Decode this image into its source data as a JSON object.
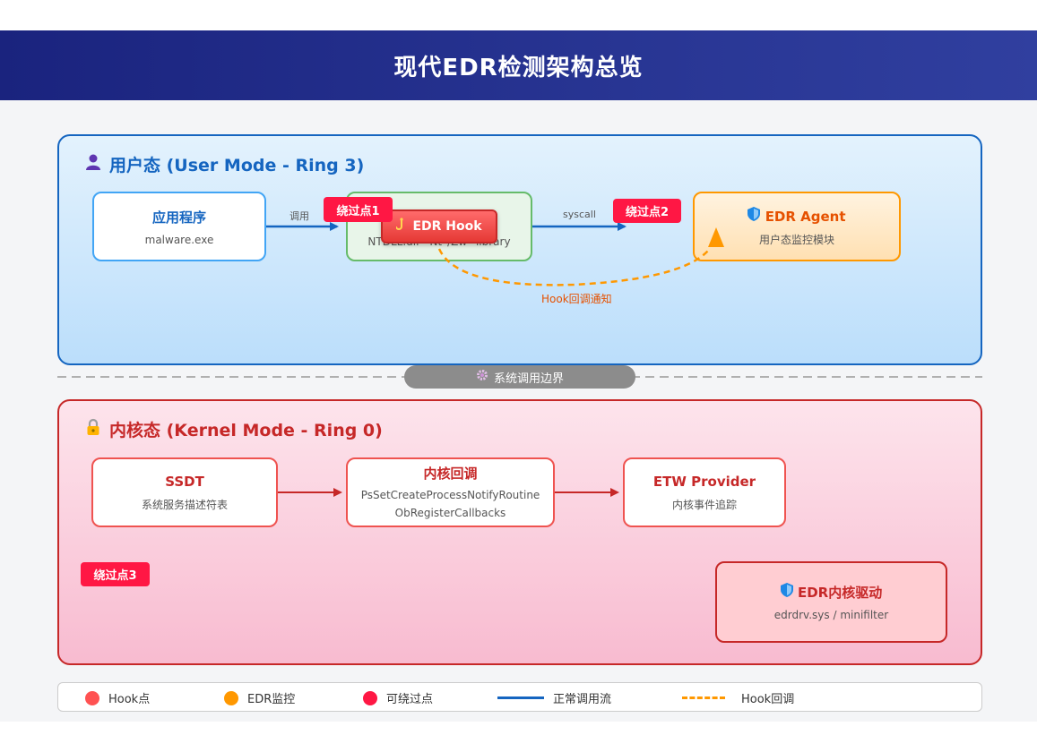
{
  "header": {
    "title": "现代EDR检测架构总览"
  },
  "user_zone": {
    "title": "用户态 (User Mode - Ring 3)",
    "icon": "user-icon",
    "app": {
      "title": "应用程序",
      "subtitle": "malware.exe"
    },
    "ntdll": {
      "subtitle": "NTDLL.dll - Nt*/Zw* library"
    },
    "hook": {
      "label": "EDR Hook",
      "icon": "hook-icon"
    },
    "agent": {
      "title": "EDR Agent",
      "subtitle": "用户态监控模块",
      "icon": "shield-icon"
    },
    "arrow_call_label": "调用",
    "arrow_syscall_label": "syscall",
    "hook_callback_label": "Hook回调通知"
  },
  "badges": {
    "b1": "绕过点1",
    "b2": "绕过点2",
    "b3": "绕过点3"
  },
  "boundary": {
    "label": "系统调用边界",
    "icon": "gear-icon"
  },
  "kernel_zone": {
    "title": "内核态 (Kernel Mode - Ring 0)",
    "icon": "lock-icon",
    "ssdt": {
      "title": "SSDT",
      "subtitle": "系统服务描述符表"
    },
    "callbacks": {
      "title": "内核回调",
      "line1": "PsSetCreateProcessNotifyRoutine",
      "line2": "ObRegisterCallbacks"
    },
    "etw": {
      "title": "ETW Provider",
      "subtitle": "内核事件追踪"
    },
    "driver": {
      "title": "EDR内核驱动",
      "subtitle": "edrdrv.sys / minifilter",
      "icon": "shield-icon"
    }
  },
  "legend": [
    {
      "label": "Hook点",
      "color": "#ff5252"
    },
    {
      "label": "EDR监控",
      "color": "#ff9800"
    },
    {
      "label": "可绕过点",
      "color": "#ff1744"
    },
    {
      "label": "正常调用流",
      "color": "#1565c0"
    },
    {
      "label": "Hook回调",
      "color": "#ff9800"
    }
  ],
  "colors": {
    "header": "#1a237e",
    "user_border": "#1565c0",
    "kernel_border": "#c62828",
    "hook": "#e53935",
    "agent": "#ff9800",
    "bypass": "#ff1744"
  }
}
